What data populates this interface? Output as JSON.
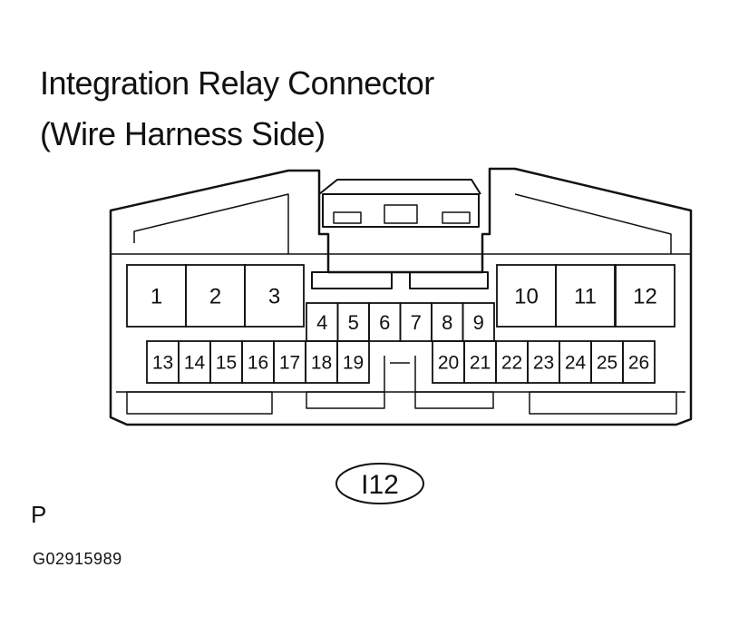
{
  "title": {
    "line1": "Integration Relay Connector",
    "line2": "(Wire Harness Side)"
  },
  "connector": {
    "code": "I12",
    "large_pins": [
      "1",
      "2",
      "3",
      "10",
      "11",
      "12"
    ],
    "middle_pins": [
      "4",
      "5",
      "6",
      "7",
      "8",
      "9"
    ],
    "small_pins": [
      "13",
      "14",
      "15",
      "16",
      "17",
      "18",
      "19",
      "20",
      "21",
      "22",
      "23",
      "24",
      "25",
      "26"
    ]
  },
  "side_label": "P",
  "figure_id": "G02915989"
}
